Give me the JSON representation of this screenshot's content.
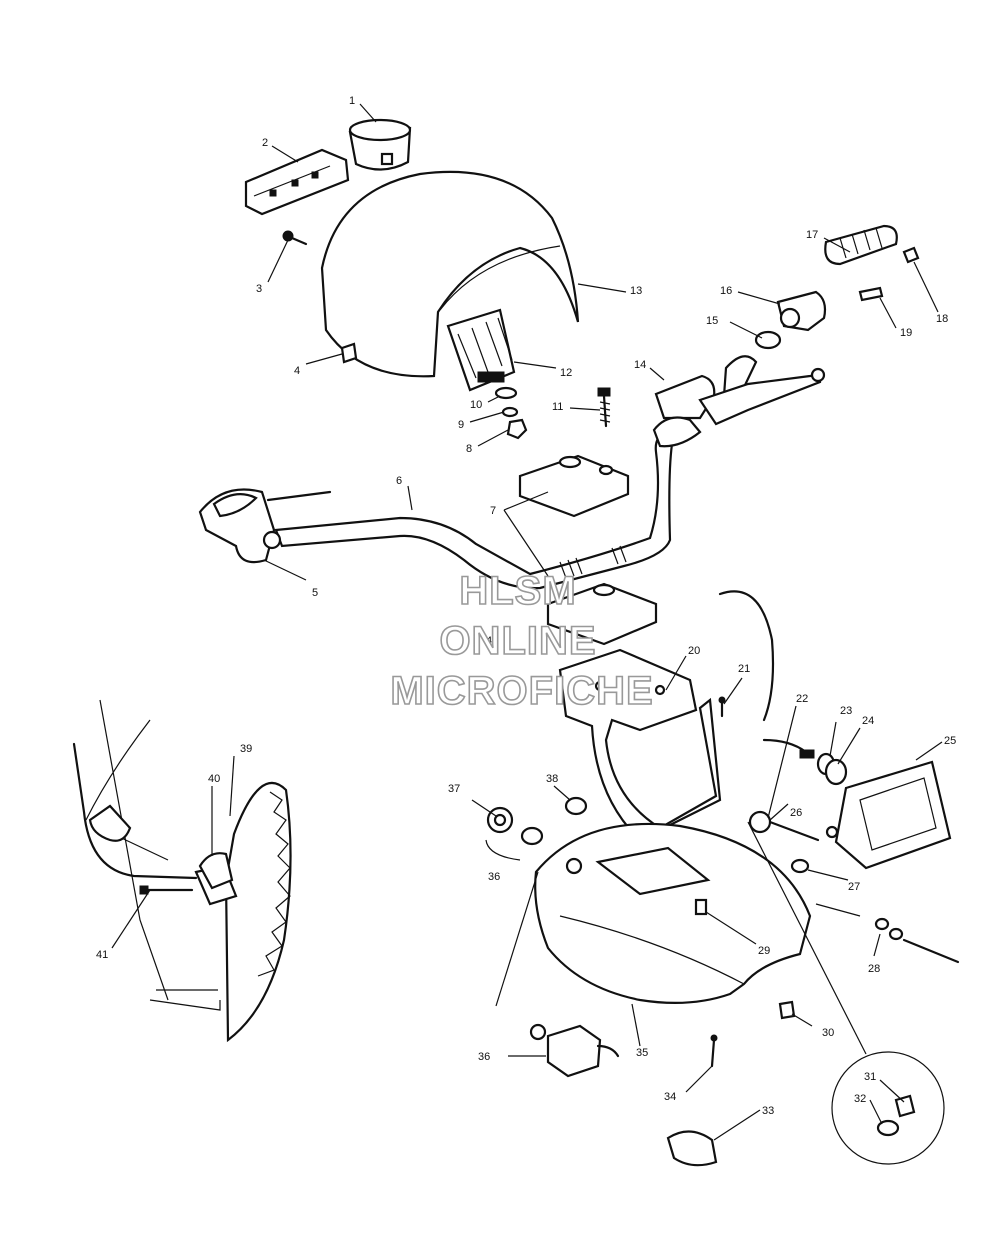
{
  "watermark": {
    "line1": "HLSM",
    "line2": "ONLINE",
    "line3": "MICROFICHE"
  },
  "callouts": [
    {
      "id": "c1",
      "label": "1"
    },
    {
      "id": "c2",
      "label": "2"
    },
    {
      "id": "c3",
      "label": "3"
    },
    {
      "id": "c4",
      "label": "4"
    },
    {
      "id": "c4b",
      "label": "4"
    },
    {
      "id": "c5",
      "label": "5"
    },
    {
      "id": "c6",
      "label": "6"
    },
    {
      "id": "c7",
      "label": "7"
    },
    {
      "id": "c8",
      "label": "8"
    },
    {
      "id": "c9",
      "label": "9"
    },
    {
      "id": "c10",
      "label": "10"
    },
    {
      "id": "c11",
      "label": "11"
    },
    {
      "id": "c12",
      "label": "12"
    },
    {
      "id": "c13",
      "label": "13"
    },
    {
      "id": "c14",
      "label": "14"
    },
    {
      "id": "c15",
      "label": "15"
    },
    {
      "id": "c16",
      "label": "16"
    },
    {
      "id": "c17",
      "label": "17"
    },
    {
      "id": "c18",
      "label": "18"
    },
    {
      "id": "c19",
      "label": "19"
    },
    {
      "id": "c20",
      "label": "20"
    },
    {
      "id": "c21",
      "label": "21"
    },
    {
      "id": "c22",
      "label": "22"
    },
    {
      "id": "c23",
      "label": "23"
    },
    {
      "id": "c24",
      "label": "24"
    },
    {
      "id": "c25",
      "label": "25"
    },
    {
      "id": "c26",
      "label": "26"
    },
    {
      "id": "c27",
      "label": "27"
    },
    {
      "id": "c28",
      "label": "28"
    },
    {
      "id": "c29",
      "label": "29"
    },
    {
      "id": "c30",
      "label": "30"
    },
    {
      "id": "c31",
      "label": "31"
    },
    {
      "id": "c32",
      "label": "32"
    },
    {
      "id": "c33",
      "label": "33"
    },
    {
      "id": "c34",
      "label": "34"
    },
    {
      "id": "c35",
      "label": "35"
    },
    {
      "id": "c36",
      "label": "36"
    },
    {
      "id": "c36b",
      "label": "36"
    },
    {
      "id": "c37",
      "label": "37"
    },
    {
      "id": "c38",
      "label": "38"
    },
    {
      "id": "c39",
      "label": "39"
    },
    {
      "id": "c40",
      "label": "40"
    },
    {
      "id": "c41",
      "label": "41"
    }
  ]
}
